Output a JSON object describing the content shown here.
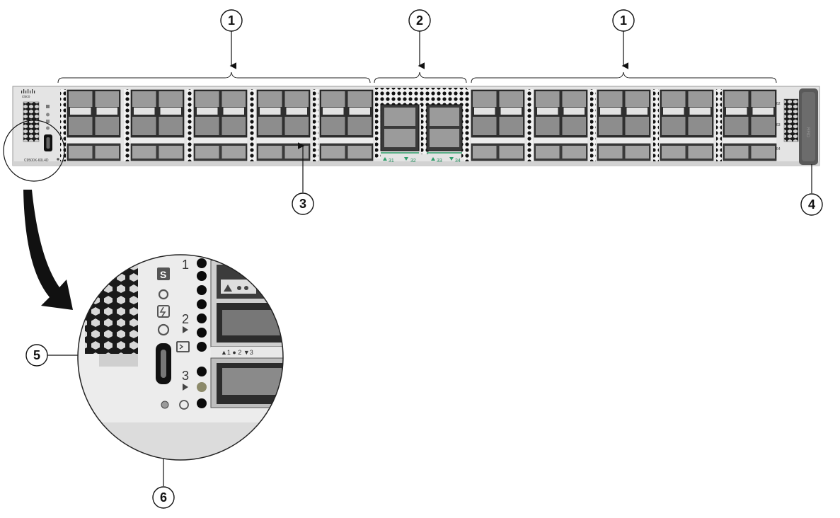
{
  "callouts": [
    "1",
    "2",
    "1",
    "3",
    "4",
    "5",
    "6"
  ],
  "chassis": {
    "brand": "cisco",
    "model": "C9500X-60L4D",
    "rfid_label": "RFID",
    "right_port_numbers": [
      "62",
      "63",
      "64"
    ],
    "qsfp_labels": [
      "31",
      "32",
      "33",
      "34"
    ]
  },
  "zoom": {
    "port_numbers": [
      "1",
      "2",
      "3"
    ],
    "port_strip": "▲1 ● 2 ▼3"
  },
  "colors": {
    "chassis": "#e4e4e4",
    "port_cage": "#cfcfcf",
    "led_black": "#0b0b0b",
    "qsfp_green": "#2e9d6a",
    "handle": "#595959"
  },
  "icons": [
    "system-led-icon",
    "beacon-led-icon",
    "power-led-icon",
    "fan-led-icon",
    "console-icon",
    "reset-icon"
  ]
}
